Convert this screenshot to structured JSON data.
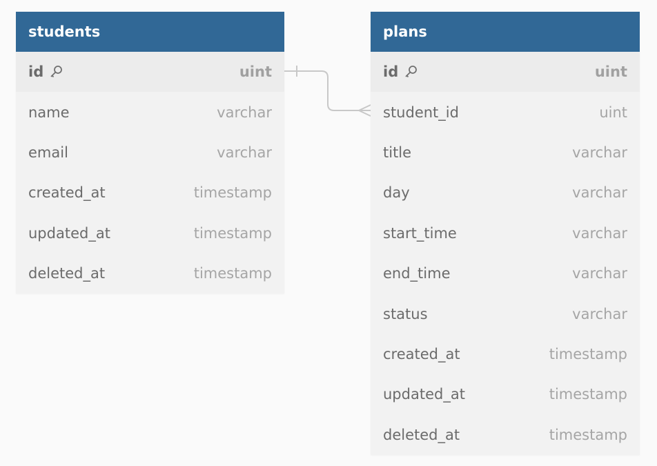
{
  "tables": {
    "students": {
      "name": "students",
      "columns": [
        {
          "name": "id",
          "type": "uint",
          "pk": true,
          "icon": "key-icon"
        },
        {
          "name": "name",
          "type": "varchar"
        },
        {
          "name": "email",
          "type": "varchar"
        },
        {
          "name": "created_at",
          "type": "timestamp"
        },
        {
          "name": "updated_at",
          "type": "timestamp"
        },
        {
          "name": "deleted_at",
          "type": "timestamp"
        }
      ]
    },
    "plans": {
      "name": "plans",
      "columns": [
        {
          "name": "id",
          "type": "uint",
          "pk": true,
          "icon": "key-icon"
        },
        {
          "name": "student_id",
          "type": "uint"
        },
        {
          "name": "title",
          "type": "varchar"
        },
        {
          "name": "day",
          "type": "varchar"
        },
        {
          "name": "start_time",
          "type": "varchar"
        },
        {
          "name": "end_time",
          "type": "varchar"
        },
        {
          "name": "status",
          "type": "varchar"
        },
        {
          "name": "created_at",
          "type": "timestamp"
        },
        {
          "name": "updated_at",
          "type": "timestamp"
        },
        {
          "name": "deleted_at",
          "type": "timestamp"
        }
      ]
    }
  },
  "relationship": {
    "from": "students.id",
    "to": "plans.student_id",
    "cardinality": "one-to-many"
  },
  "colors": {
    "header_bg": "#316896",
    "header_text": "#ffffff",
    "canvas_bg": "#fafafa",
    "table_bg": "#f2f2f2",
    "connector": "#c8c8c8"
  }
}
